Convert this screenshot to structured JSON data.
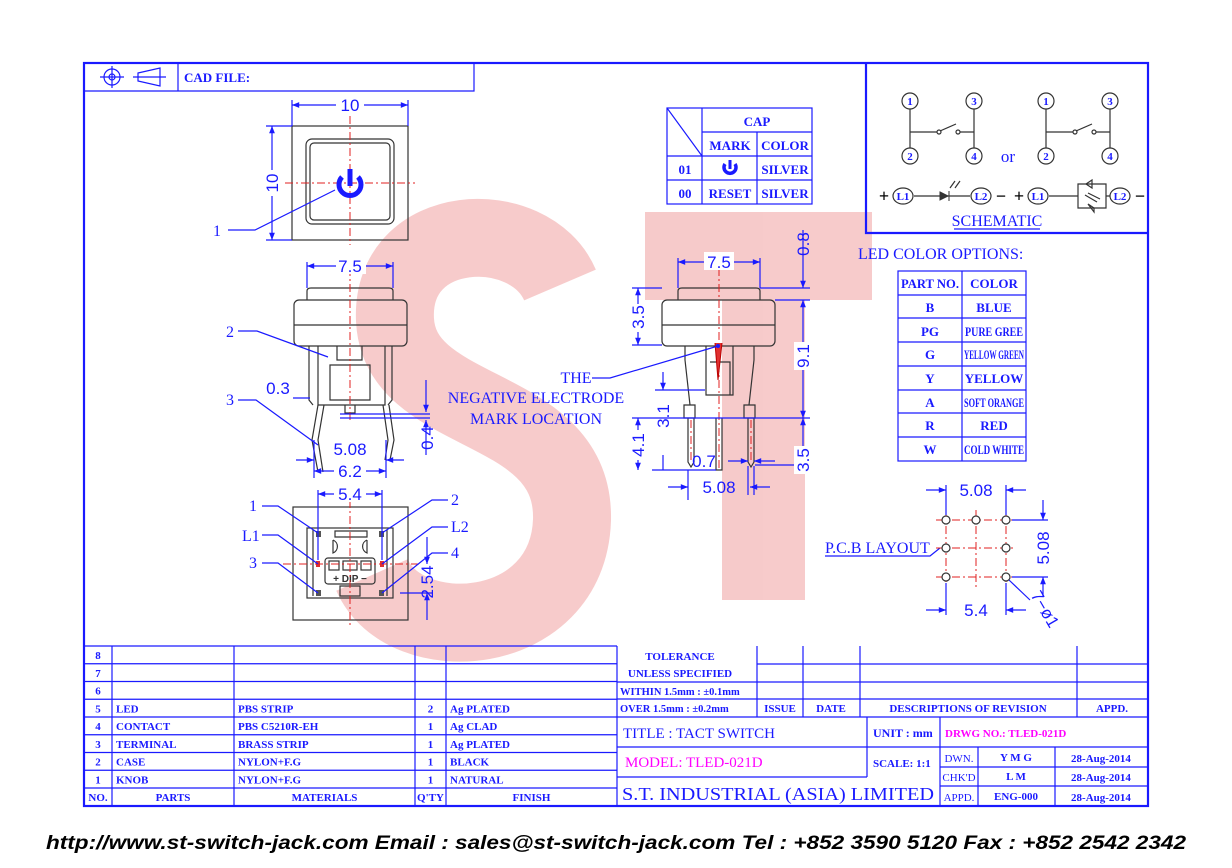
{
  "header": {
    "cad_file_label": "CAD FILE:"
  },
  "cap_table": {
    "title": "CAP",
    "col_mark": "MARK",
    "col_color": "COLOR",
    "rows": [
      {
        "code": "01",
        "mark": "power-icon",
        "color": "SILVER"
      },
      {
        "code": "00",
        "mark": "RESET",
        "color": "SILVER"
      }
    ]
  },
  "schematic": {
    "title": "SCHEMATIC",
    "or": "or",
    "p1": "1",
    "p2": "2",
    "p3": "3",
    "p4": "4",
    "l1": "L1",
    "l2": "L2",
    "plus": "+",
    "minus": "−"
  },
  "led_options": {
    "title": "LED COLOR OPTIONS:",
    "headers": [
      "PART NO.",
      "COLOR"
    ],
    "rows": [
      [
        "B",
        "BLUE"
      ],
      [
        "PG",
        "PURE GREE"
      ],
      [
        "G",
        "YELLOW GREEN"
      ],
      [
        "Y",
        "YELLOW"
      ],
      [
        "A",
        "SOFT ORANGE"
      ],
      [
        "R",
        "RED"
      ],
      [
        "W",
        "COLD WHITE"
      ]
    ]
  },
  "top_view": {
    "width": "10",
    "height": "10",
    "callout": "1"
  },
  "side_view_left": {
    "width": "7.5",
    "d_03": "0.3",
    "d_04": "0.4",
    "d_508": "5.08",
    "d_62": "6.2",
    "callout_2": "2",
    "callout_3": "3"
  },
  "side_view_right": {
    "width": "7.5",
    "d_08": "0.8",
    "d_35a": "3.5",
    "d_91": "9.1",
    "d_41": "4.1",
    "d_31": "3.1",
    "d_35b": "3.5",
    "d_07": "0.7",
    "d_508": "5.08"
  },
  "negative_mark": {
    "line1": "THE",
    "line2": "NEGATIVE ELECTRODE",
    "line3": "MARK LOCATION"
  },
  "bottom_view": {
    "width": "5.4",
    "pitch": "2.54",
    "c1": "1",
    "c2": "2",
    "c3": "3",
    "c4": "4",
    "cl1": "L1",
    "cl2": "L2",
    "dip": "+ DIP −"
  },
  "pcb": {
    "title": "P.C.B LAYOUT",
    "top": "5.08",
    "right": "5.08",
    "bottom": "5.4",
    "holes": "7−ø1"
  },
  "bom": {
    "headers": [
      "NO.",
      "PARTS",
      "MATERIALS",
      "Q'TY",
      "FINISH"
    ],
    "rows": [
      [
        "8",
        "",
        "",
        "",
        ""
      ],
      [
        "7",
        "",
        "",
        "",
        ""
      ],
      [
        "6",
        "",
        "",
        "",
        ""
      ],
      [
        "5",
        "LED",
        "PBS STRIP",
        "2",
        "Ag PLATED"
      ],
      [
        "4",
        "CONTACT",
        "PBS C5210R-EH",
        "1",
        "Ag CLAD"
      ],
      [
        "3",
        "TERMINAL",
        "BRASS STRIP",
        "1",
        "Ag PLATED"
      ],
      [
        "2",
        "CASE",
        "NYLON+F.G",
        "1",
        "BLACK"
      ],
      [
        "1",
        "KNOB",
        "NYLON+F.G",
        "1",
        "NATURAL"
      ]
    ]
  },
  "tolerance": {
    "title1": "TOLERANCE",
    "title2": "UNLESS   SPECIFIED",
    "within": "WITHIN  1.5mm : ±0.1mm",
    "over": "OVER    1.5mm : ±0.2mm"
  },
  "revision": {
    "issue": "ISSUE",
    "date": "DATE",
    "desc": "DESCRIPTIONS OF REVISION",
    "appd": "APPD."
  },
  "title_block": {
    "title": "TITLE : TACT SWITCH",
    "unit": "UNIT :   mm",
    "drwg_no": "DRWG NO.: TLED-021D",
    "model": "MODEL: TLED-021D",
    "scale": "SCALE:   1:1",
    "company": "S.T.  INDUSTRIAL  (ASIA)  LIMITED",
    "sign": [
      {
        "role": "DWN.",
        "name": "Y M G",
        "date": "28-Aug-2014"
      },
      {
        "role": "CHK'D",
        "name": "L M",
        "date": "28-Aug-2014"
      },
      {
        "role": "APPD.",
        "name": "ENG-000",
        "date": "28-Aug-2014"
      }
    ]
  },
  "watermark": "ST",
  "footer": "http://www.st-switch-jack.com  Email : sales@st-switch-jack.com  Tel : +852 3590 5120  Fax : +852 2542 2342",
  "colors": {
    "line": "#1a1aff",
    "accent": "#ff00ff",
    "watermark": "#f0a0a0"
  }
}
